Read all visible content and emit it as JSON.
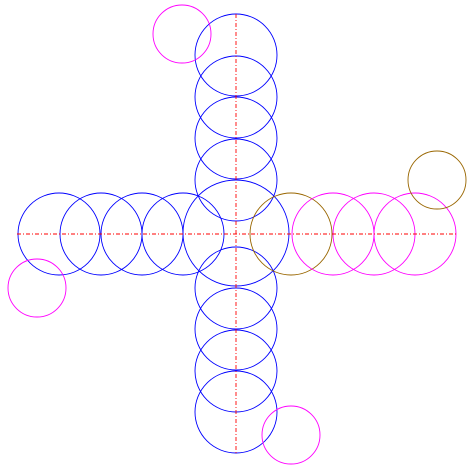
{
  "colors": {
    "background": "#ffffff",
    "blue_circle": "#0000ff",
    "magenta_circle": "#ff00ff",
    "brown_circle": "#996600",
    "axis_line": "#ff0000"
  },
  "line_style": "dash-dot",
  "circle_groups": {
    "vertical_column_count": 9,
    "horizontal_left_count": 4,
    "horizontal_right_magenta_count": 3,
    "horizontal_right_brown_count": 1,
    "loose_magenta_count": 3,
    "loose_brown_count": 1
  }
}
